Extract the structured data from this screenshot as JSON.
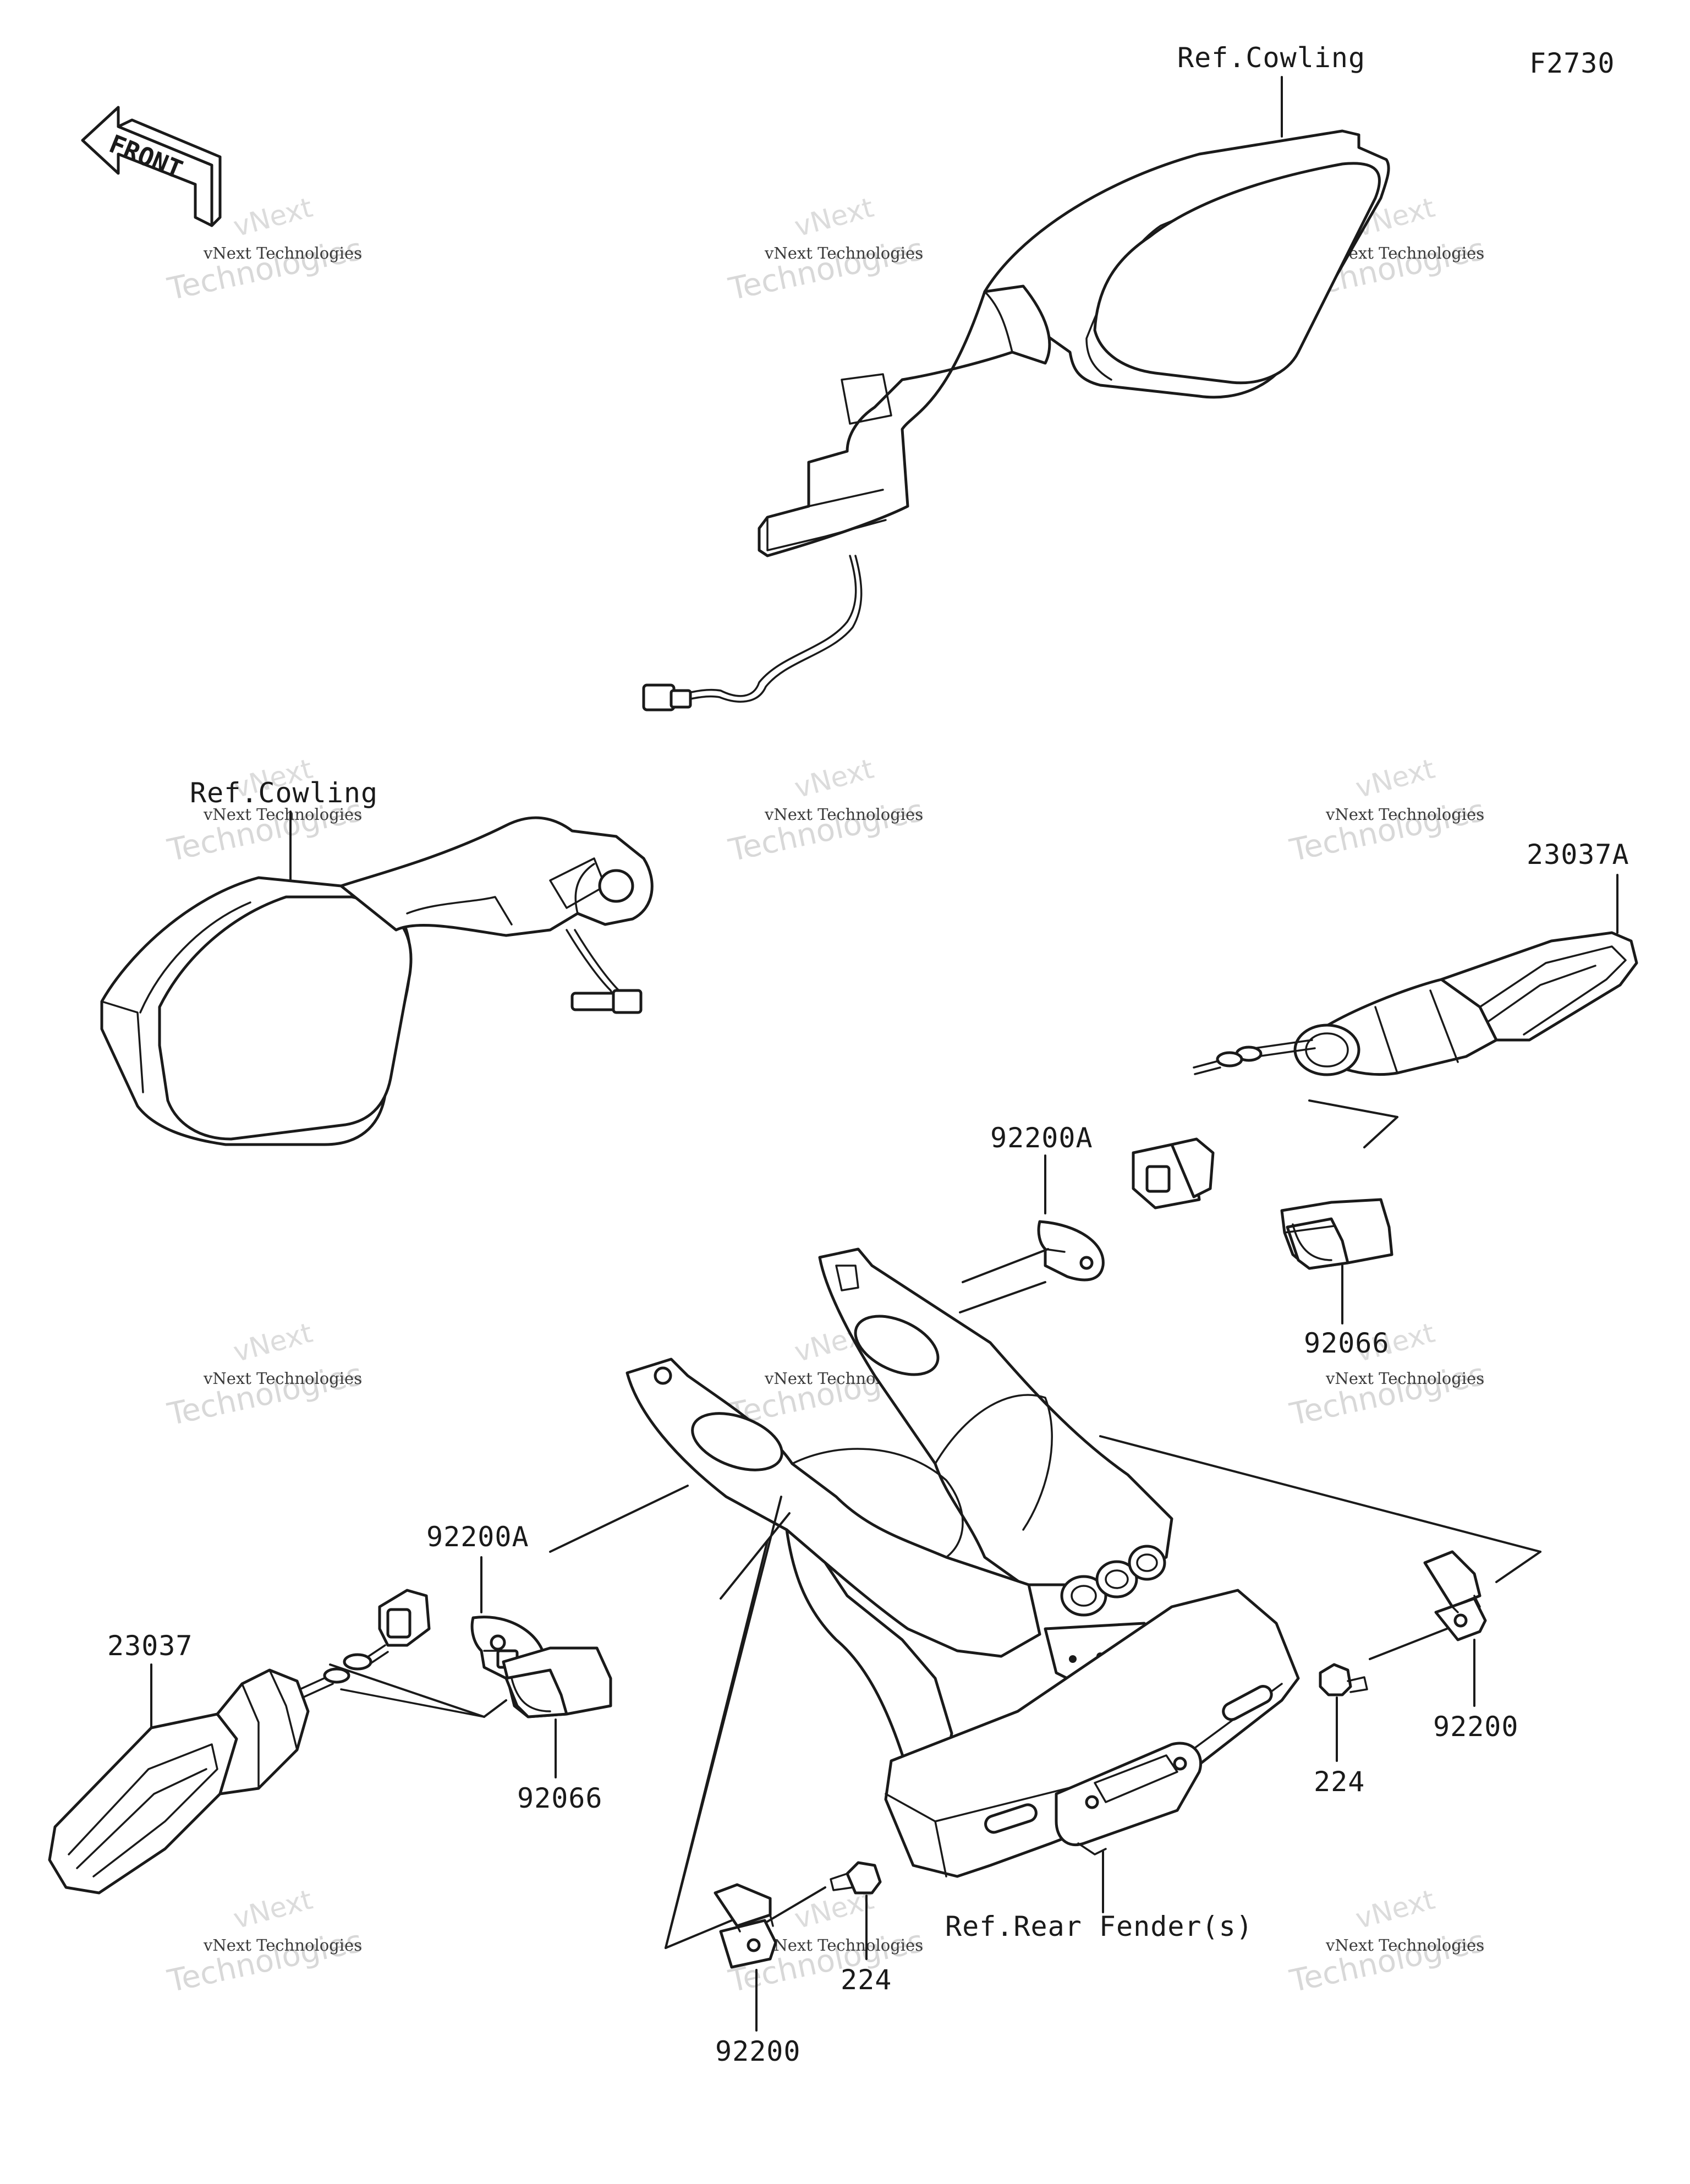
{
  "diagram_code": "F2730",
  "front_arrow_text": "FRONT",
  "labels": {
    "ref_cowling_top": "Ref.Cowling",
    "ref_cowling_left": "Ref.Cowling",
    "p23037A": "23037A",
    "p92200A_right": "92200A",
    "p92066_right": "92066",
    "p92200A_left": "92200A",
    "p23037": "23037",
    "p92066_left": "92066",
    "p224_right": "224",
    "p92200_right": "92200",
    "p224_bottom": "224",
    "p92200_bottom": "92200",
    "ref_rear_fender": "Ref.Rear Fender(s)"
  },
  "watermark": {
    "line1": "vNext Technologies",
    "line2": "Technologies",
    "line3": "vNext"
  },
  "colors": {
    "line": "#1a1a1a",
    "watermark": "#d8d8d8"
  }
}
